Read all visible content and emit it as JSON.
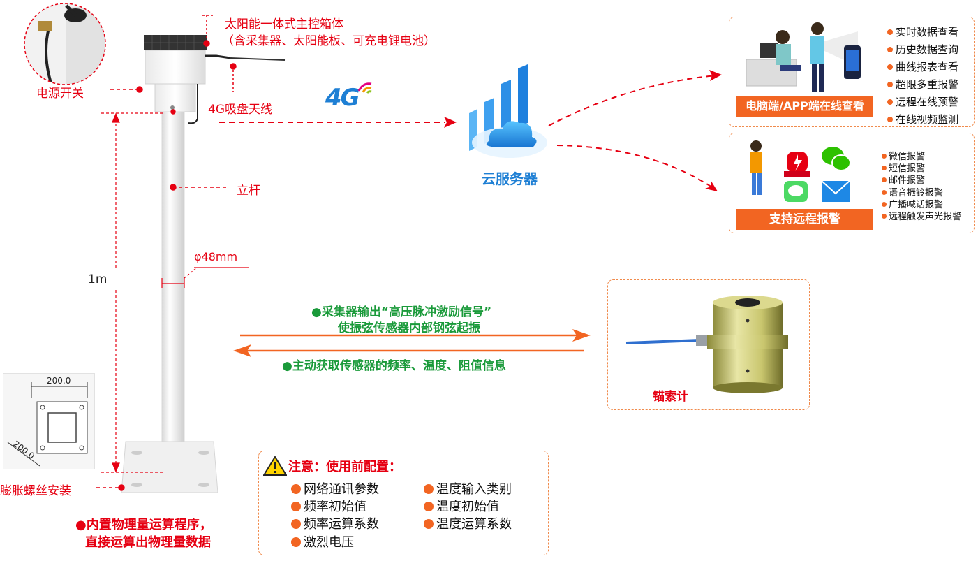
{
  "device": {
    "box_title": "太阳能一体式主控箱体",
    "box_sub": "（含采集器、太阳能板、可充电锂电池）",
    "power_switch": "电源开关",
    "antenna": "4G吸盘天线",
    "pole": "立杆",
    "diameter": "φ48mm",
    "height": "1m",
    "mount": "膨胀螺丝安装",
    "base_dim_1": "200.0",
    "base_dim_2": "200.0"
  },
  "network": {
    "badge": "4G",
    "cloud": "云服务器"
  },
  "online_view": {
    "banner": "电脑端/APP端在线查看",
    "features": [
      "实时数据查看",
      "历史数据查询",
      "曲线报表查看",
      "超限多重报警",
      "远程在线预警",
      "在线视频监测"
    ]
  },
  "remote_alarm": {
    "banner": "支持远程报警",
    "items": [
      "微信报警",
      "短信报警",
      "邮件报警",
      "语音振铃报警",
      "广播喊话报警",
      "远程触发声光报警"
    ]
  },
  "signal": {
    "out_line1": "●采集器输出“高压脉冲激励信号”",
    "out_line2": "使振弦传感器内部钢弦起振",
    "in_line": "●主动获取传感器的频率、温度、阻值信息"
  },
  "sensor": {
    "name": "锚索计"
  },
  "notice": {
    "title": "注意：使用前配置：",
    "items_left": [
      "网络通讯参数",
      "频率初始值",
      "频率运算系数",
      "激烈电压"
    ],
    "items_right": [
      "温度输入类别",
      "温度初始值",
      "温度运算系数"
    ]
  },
  "footer": {
    "line1": "●内置物理量运算程序，",
    "line2": "直接运算出物理量数据"
  },
  "colors": {
    "accent": "#f26522",
    "red": "#e60012",
    "green": "#1a9a3a"
  }
}
